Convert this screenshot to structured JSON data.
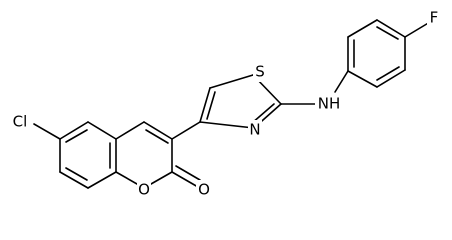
{
  "molecule": {
    "atoms": {
      "cl": "Cl",
      "o_ring": "O",
      "o_carbonyl": "O",
      "s": "S",
      "n_ring": "N",
      "nh": "NH",
      "f": "F"
    }
  }
}
